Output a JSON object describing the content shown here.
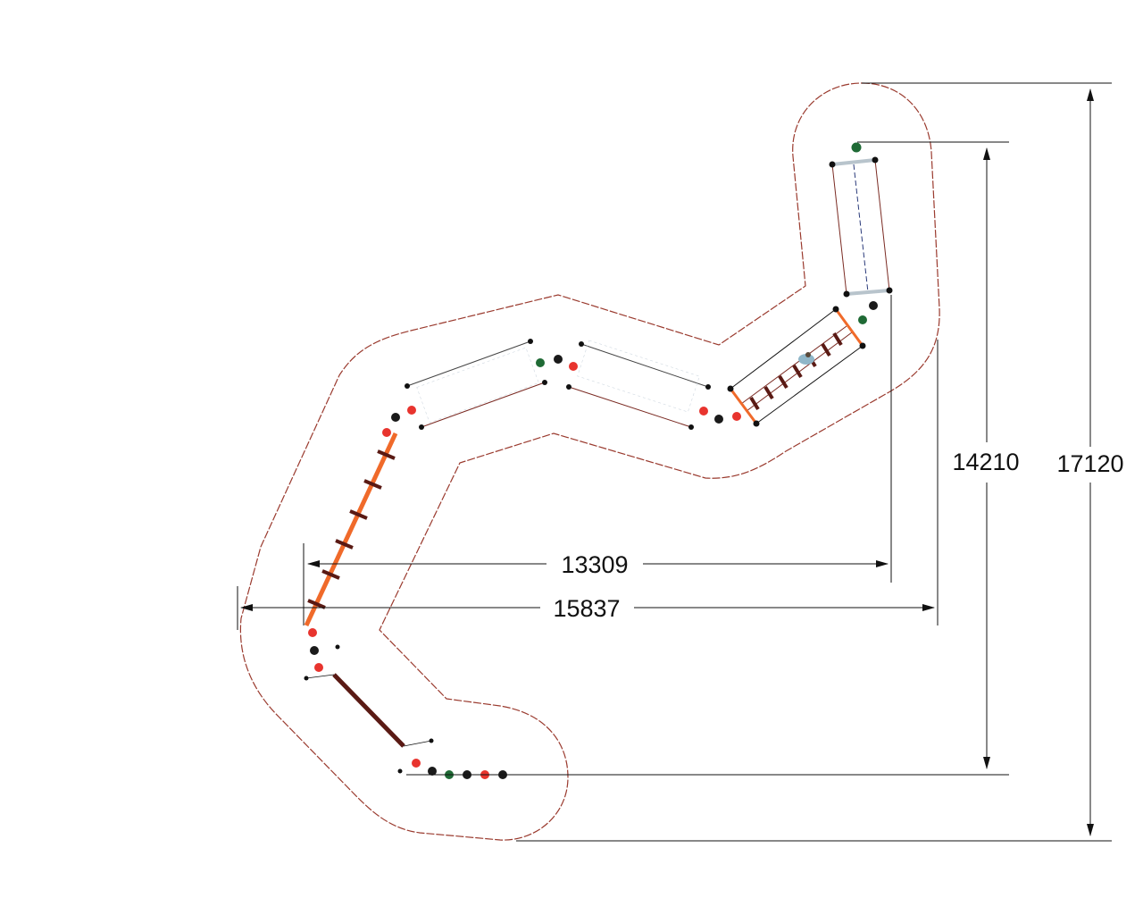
{
  "dimensions": {
    "inner_width": "13309",
    "total_width": "15837",
    "inner_height": "14210",
    "total_height": "17120"
  },
  "colors": {
    "safety_zone": "#9a3a2e",
    "beam": "#f06a2a",
    "step": "#5a1a14",
    "post_black": "#1a1a1a",
    "post_red": "#e8342e",
    "post_green": "#1f6a35"
  }
}
